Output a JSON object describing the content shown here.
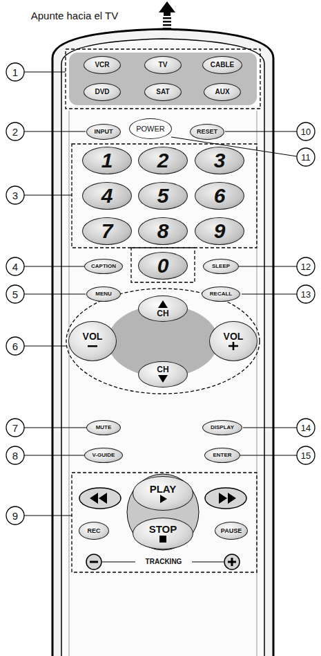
{
  "diagram": {
    "nodes": [
      {
        "text": [
          "VCR"
        ]
      },
      {
        "text": [
          "TV"
        ]
      },
      {
        "text": [
          "CABLE"
        ]
      },
      {
        "text": [
          "DVD"
        ]
      },
      {
        "text": [
          "SAT"
        ]
      },
      {
        "text": [
          "AUX"
        ]
      },
      {
        "text": [
          "INPUT"
        ]
      },
      {
        "text": [
          "POWER"
        ]
      },
      {
        "text": [
          "RESET"
        ]
      },
      {
        "text": [
          "1"
        ]
      },
      {
        "text": [
          "2"
        ]
      },
      {
        "text": [
          "3"
        ]
      },
      {
        "text": [
          "4"
        ]
      },
      {
        "text": [
          "5"
        ]
      },
      {
        "text": [
          "6"
        ]
      },
      {
        "text": [
          "7"
        ]
      },
      {
        "text": [
          "8"
        ]
      },
      {
        "text": [
          "9"
        ]
      },
      {
        "text": [
          "CAPTION"
        ]
      },
      {
        "text": [
          "0"
        ]
      },
      {
        "text": [
          "SLEEP"
        ]
      },
      {
        "text": [
          "MENU"
        ]
      },
      {
        "text": [
          "RECALL"
        ]
      },
      {
        "text": [
          "CH"
        ]
      },
      {
        "text": [
          "VOL"
        ]
      },
      {
        "text": [
          "VOL"
        ]
      },
      {
        "text": [
          "CH"
        ]
      },
      {
        "text": [
          "MUTE"
        ]
      },
      {
        "text": [
          "DISPLAY"
        ]
      },
      {
        "text": [
          "V-GUIDE"
        ]
      },
      {
        "text": [
          "ENTER"
        ]
      },
      {
        "text": [
          "PLAY"
        ]
      },
      {
        "text": [
          "REC"
        ]
      },
      {
        "text": [
          "STOP"
        ]
      },
      {
        "text": [
          "PAUSE"
        ]
      }
    ],
    "labels": [
      "Apunte hacia el TV",
      "1",
      "2",
      "10",
      "11",
      "3",
      "4",
      "12",
      "5",
      "13",
      "6",
      "7",
      "14",
      "8",
      "15",
      "9",
      "TRACKING"
    ]
  }
}
